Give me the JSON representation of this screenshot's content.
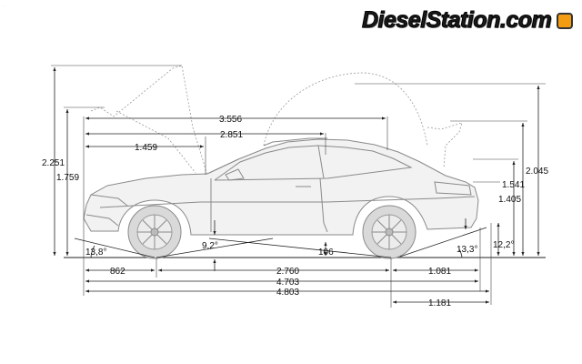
{
  "brand": {
    "logo_text": "DieselStation.com"
  },
  "dimensions": {
    "overall_length": "4.703",
    "overall_length_bumper": "4.803",
    "wheelbase": "2.760",
    "front_overhang": "862",
    "rear_overhang": "1.081",
    "rear_overhang_bumper": "1.181",
    "length_open_roof": "3.556",
    "length_roof": "2.851",
    "hood_to_ws": "1.459",
    "height_hood_open": "2.251",
    "height_vehicle": "1.759",
    "height_roof_open": "2.045",
    "height_trunk_open": "1.541",
    "height_rear": "1.405",
    "ground_clearance": "106",
    "approach_angle": "13,8°",
    "ramp_angle": "9,2°",
    "departure_angle": "13,3°",
    "departure_angle_rear": "12,2°"
  }
}
